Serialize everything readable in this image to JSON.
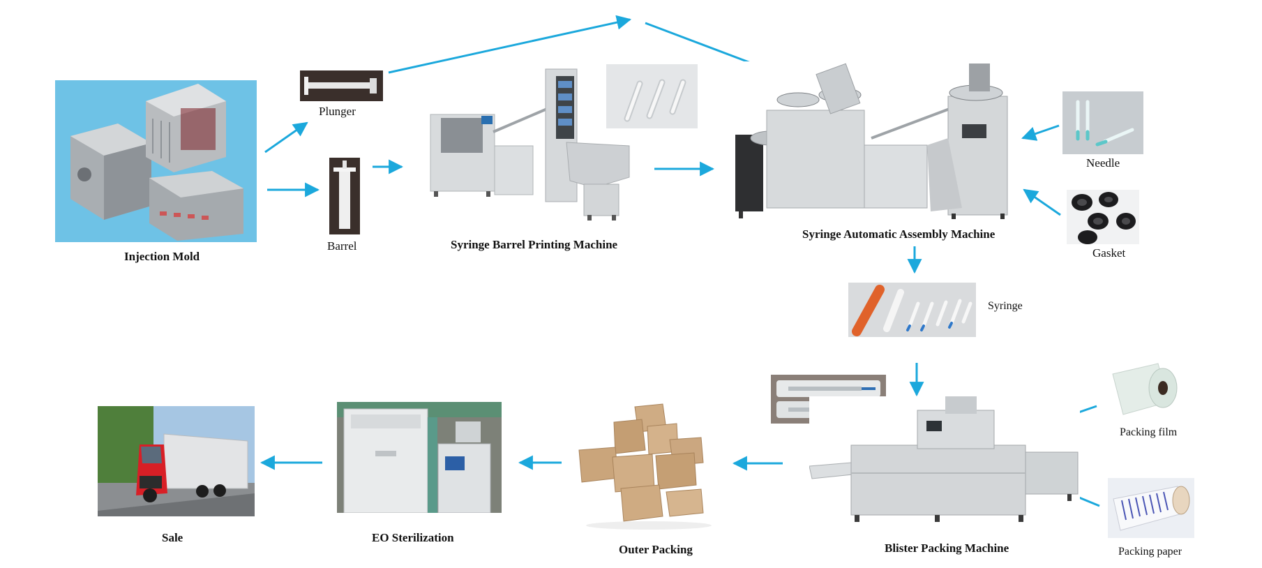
{
  "colors": {
    "arrow": "#1ba8dc",
    "sky": "#6ec2e6",
    "steel": "#cfd3d6",
    "cardboard": "#c9a57c",
    "truck_red": "#d81f26"
  },
  "labels": {
    "injection_mold": "Injection Mold",
    "plunger": "Plunger",
    "barrel": "Barrel",
    "printing_machine": "Syringe Barrel Printing Machine",
    "assembly_machine": "Syringe Automatic Assembly Machine",
    "needle": "Needle",
    "gasket": "Gasket",
    "syringe": "Syringe",
    "packing_film": "Packing film",
    "packing_paper": "Packing paper",
    "blister_machine": "Blister Packing Machine",
    "outer_packing": "Outer Packing",
    "eo_sterilization": "EO Sterilization",
    "sale": "Sale"
  }
}
